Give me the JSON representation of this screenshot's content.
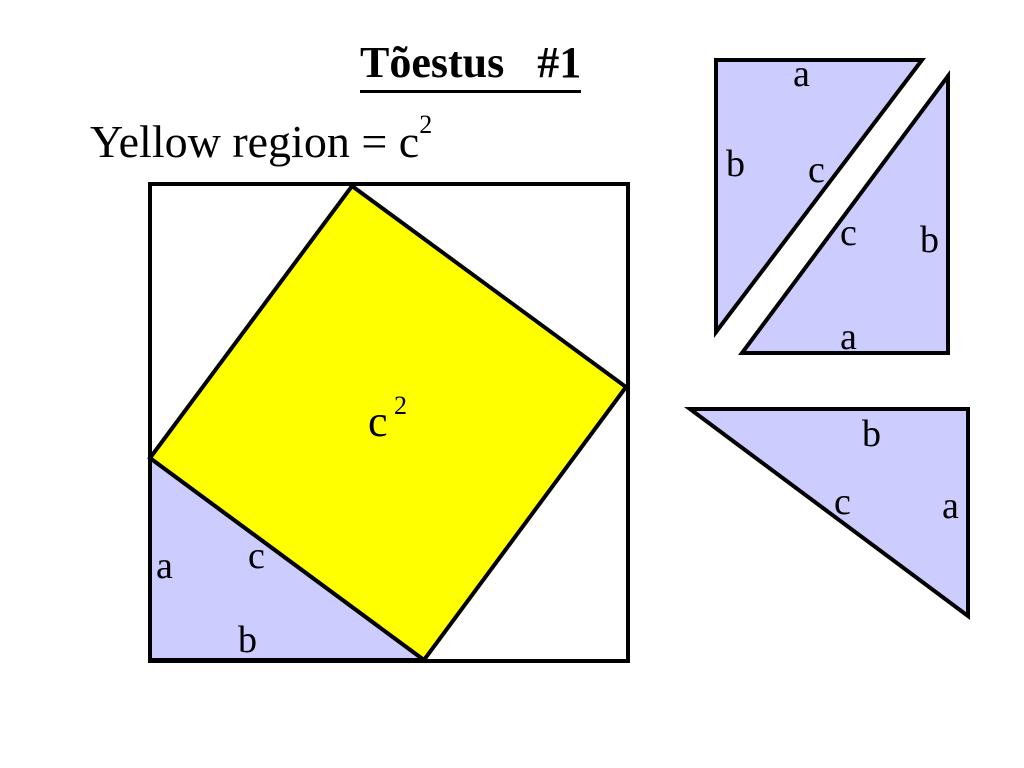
{
  "title": "Tõestus   #1",
  "formula": {
    "text": "Yellow region = c",
    "exponent": "2"
  },
  "colors": {
    "yellow": "#ffff00",
    "lavender": "#ccccff",
    "stroke": "#000000",
    "background": "#ffffff"
  },
  "square_center_label": {
    "base": "c",
    "exponent": "2"
  },
  "triangle_labels": {
    "bottom_left": {
      "a": "a",
      "b": "b",
      "c": "c"
    },
    "top_right_left": {
      "a": "a",
      "b": "b",
      "c": "c"
    },
    "top_right_right": {
      "a": "a",
      "b": "b",
      "c": "c"
    },
    "bottom_right": {
      "a": "a",
      "b": "b",
      "c": "c"
    }
  }
}
